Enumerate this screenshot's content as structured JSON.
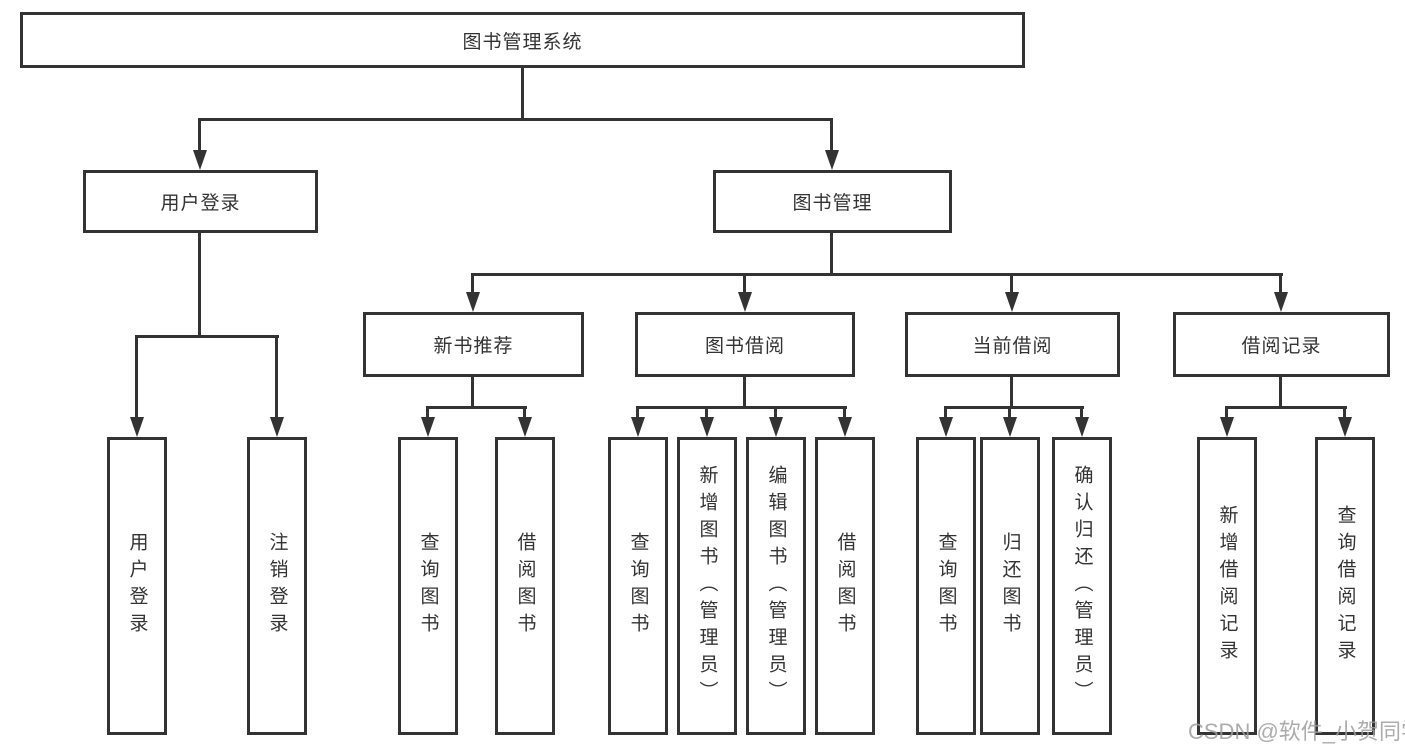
{
  "diagram": {
    "root": {
      "label": "图书管理系统"
    },
    "level1": [
      {
        "label": "用户登录",
        "children": [
          {
            "label": "用户登录"
          },
          {
            "label": "注销登录"
          }
        ]
      },
      {
        "label": "图书管理",
        "modules": [
          {
            "label": "新书推荐",
            "children": [
              {
                "label": "查询图书"
              },
              {
                "label": "借阅图书"
              }
            ]
          },
          {
            "label": "图书借阅",
            "children": [
              {
                "label": "查询图书"
              },
              {
                "label": "新增图书（管理员）"
              },
              {
                "label": "编辑图书（管理员）"
              },
              {
                "label": "借阅图书"
              }
            ]
          },
          {
            "label": "当前借阅",
            "children": [
              {
                "label": "查询图书"
              },
              {
                "label": "归还图书"
              },
              {
                "label": "确认归还（管理员）"
              }
            ]
          },
          {
            "label": "借阅记录",
            "children": [
              {
                "label": "新增借阅记录"
              },
              {
                "label": "查询借阅记录"
              }
            ]
          }
        ]
      }
    ]
  },
  "watermark": {
    "text": "CSDN @软件_小贺同学"
  },
  "colors": {
    "line": "#333333",
    "text": "#333333",
    "background": "#ffffff",
    "watermark": "#9e9e9e"
  }
}
